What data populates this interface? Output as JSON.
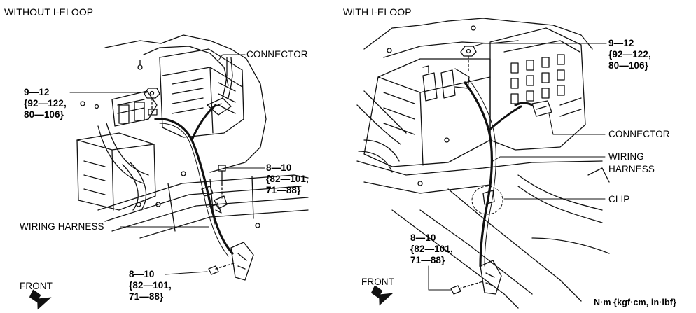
{
  "left": {
    "heading": "WITHOUT I-ELOOP",
    "torque_top": [
      "9—12",
      "{92—122,",
      "80—106}"
    ],
    "connector": "CONNECTOR",
    "torque_mid": [
      "8—10",
      "{82—101,",
      "71—88}"
    ],
    "wiring_harness": "WIRING HARNESS",
    "torque_bottom": [
      "8—10",
      "{82—101,",
      "71—88}"
    ],
    "front": "FRONT"
  },
  "right": {
    "heading": "WITH I-ELOOP",
    "torque_top": [
      "9—12",
      "{92—122,",
      "80—106}"
    ],
    "connector": "CONNECTOR",
    "wiring_harness": [
      "WIRING",
      "HARNESS"
    ],
    "clip": "CLIP",
    "torque_bottom": [
      "8—10",
      "{82—101,",
      "71—88}"
    ],
    "front": "FRONT"
  },
  "units": "N·m {kgf·cm, in·lbf}"
}
